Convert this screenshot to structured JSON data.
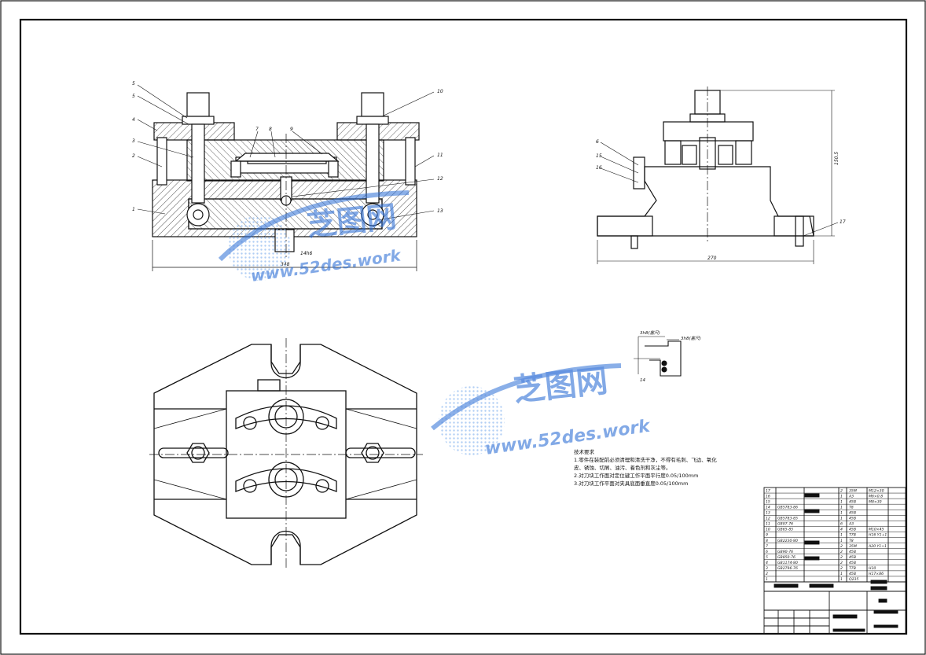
{
  "watermark": {
    "brand_cn": "芝图网",
    "site": "www.52des.work"
  },
  "colors": {
    "line": "#111111",
    "hatch": "#333333",
    "watermark_blue": "#2f6fd6",
    "watermark_light": "#9ec3f2"
  },
  "front_view": {
    "balloons": [
      "5",
      "5",
      "4",
      "3",
      "2",
      "1",
      "7",
      "8",
      "9",
      "10",
      "11",
      "12",
      "13"
    ],
    "dim_width": "348",
    "dim_slot": "14h6"
  },
  "side_view": {
    "balloons": [
      "6",
      "15",
      "16",
      "17"
    ],
    "dim_height": "150.5",
    "dim_width": "270"
  },
  "detail_view": {
    "labels": [
      "3h8(塞尺)",
      "3h8(塞尺)"
    ],
    "dim": "14"
  },
  "tech_requirements": {
    "title": "技术要求",
    "lines": [
      "1.零件在装配前必须清理和清洗干净，不得有毛刺、飞边、氧化",
      "皮、锈蚀、切屑、油污、着色剂和灰尘等。",
      "2.对刀块工作面对定位键工作平面平行度0.05/100mm",
      "3.对刀块工作平面对夹具底面垂直度0.05/100mm"
    ]
  },
  "bom": {
    "rows": [
      {
        "no": "17",
        "code": "",
        "qty": "2",
        "mat": "35M",
        "note": "M12×30"
      },
      {
        "no": "16",
        "code": "",
        "qty": "1",
        "mat": "A3",
        "note": "M6×0.8"
      },
      {
        "no": "15",
        "code": "",
        "qty": "1",
        "mat": "45B",
        "note": "M8×30"
      },
      {
        "no": "14",
        "code": "GB5783-86",
        "qty": "1",
        "mat": "T8",
        "note": ""
      },
      {
        "no": "13",
        "code": "",
        "qty": "1",
        "mat": "45B",
        "note": ""
      },
      {
        "no": "12",
        "code": "GB5783-85",
        "qty": "1",
        "mat": "45B",
        "note": ""
      },
      {
        "no": "11",
        "code": "GB97-76",
        "qty": "6",
        "mat": "A3",
        "note": ""
      },
      {
        "no": "10",
        "code": "GB65-85",
        "qty": "4",
        "mat": "45B",
        "note": "M10×45"
      },
      {
        "no": "9",
        "code": "",
        "qty": "1",
        "mat": "T7B",
        "note": "H16 Y1+1"
      },
      {
        "no": "8",
        "code": "GB2230-80",
        "qty": "1",
        "mat": "T8",
        "note": ""
      },
      {
        "no": "7",
        "code": "",
        "qty": "2",
        "mat": "35M",
        "note": "A20 Y1+1"
      },
      {
        "no": "6",
        "code": "GB90-76",
        "qty": "2",
        "mat": "45B",
        "note": ""
      },
      {
        "no": "5",
        "code": "GB850-76",
        "qty": "2",
        "mat": "45B",
        "note": ""
      },
      {
        "no": "4",
        "code": "GB1174-80",
        "qty": "2",
        "mat": "45B",
        "note": ""
      },
      {
        "no": "3",
        "code": "GB2796-76",
        "qty": "2",
        "mat": "T7B",
        "note": "H10"
      },
      {
        "no": "2",
        "code": "",
        "qty": "1",
        "mat": "45B",
        "note": "H17×86"
      },
      {
        "no": "1",
        "code": "",
        "qty": "1",
        "mat": "Q235",
        "note": ""
      }
    ]
  }
}
